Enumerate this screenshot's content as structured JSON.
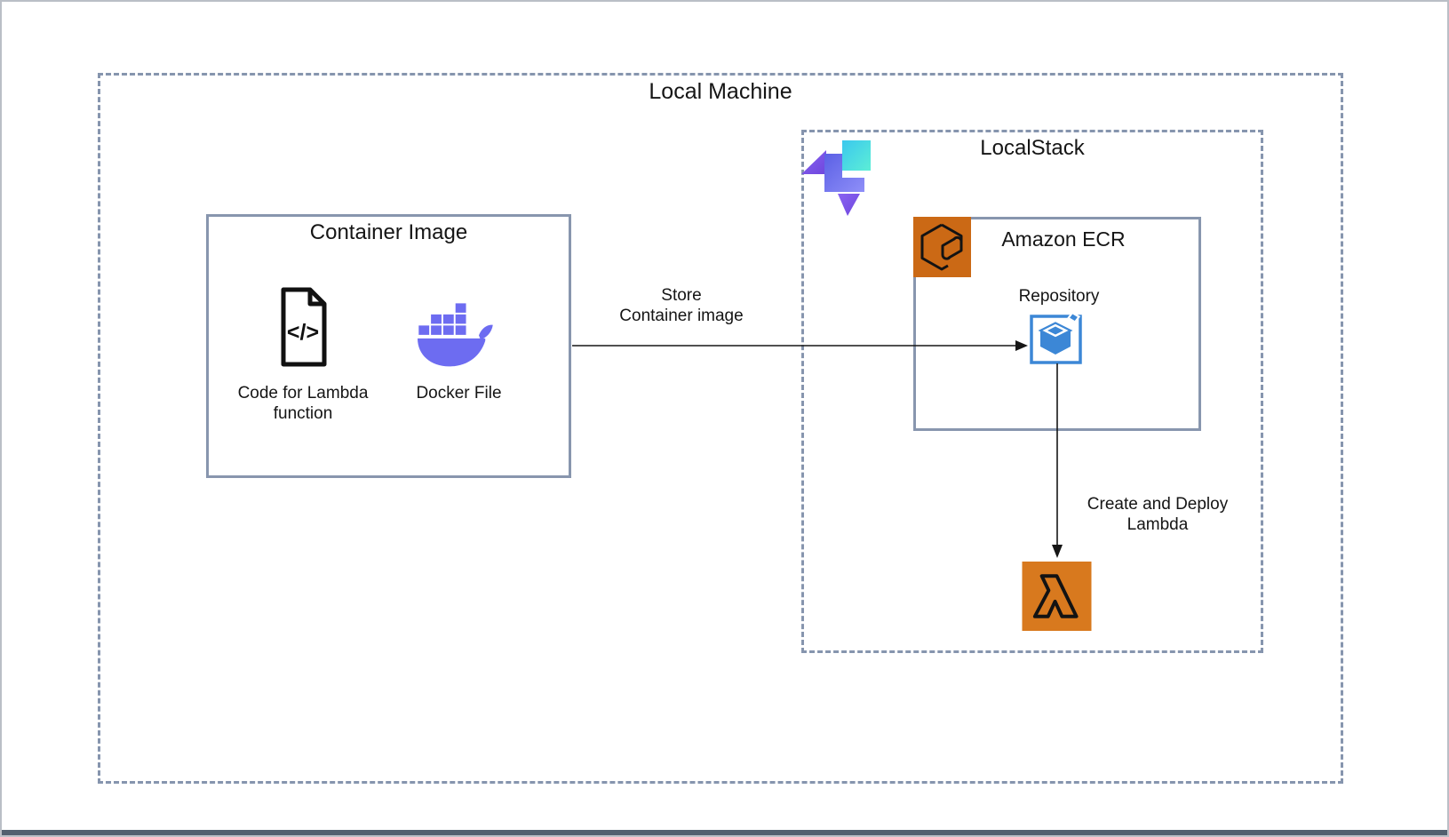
{
  "diagram": {
    "local_machine": {
      "label": "Local Machine"
    },
    "localstack": {
      "label": "LocalStack"
    },
    "container_image": {
      "title": "Container Image",
      "code_label_line1": "Code for Lambda",
      "code_label_line2": "function",
      "docker_label": "Docker File"
    },
    "amazon_ecr": {
      "title": "Amazon ECR",
      "repository_label": "Repository"
    },
    "arrows": {
      "store_line1": "Store",
      "store_line2": "Container image",
      "deploy_line1": "Create and Deploy",
      "deploy_line2": "Lambda"
    }
  },
  "icons": {
    "localstack_logo": "localstack-logo",
    "code_file": "code-file-icon",
    "docker_whale": "docker-whale-icon",
    "ecr_service": "ecr-service-icon",
    "ecr_repository": "ecr-repository-icon",
    "lambda": "lambda-icon",
    "store_arrow": "store-container-image-arrow",
    "deploy_arrow": "create-deploy-lambda-arrow"
  },
  "colors": {
    "c-dash": "#8695ae",
    "c-solid": "#8896ae",
    "c-text": "#151515",
    "c-arrow": "#161616",
    "c-ecr": "#cb6915",
    "c-lambda": "#d8791e",
    "c-docker": "#6d6cf1",
    "c-repo": "#3c87d6",
    "c-ls-purple": "#7d59e8",
    "c-ls-indigo": "#5b60e5",
    "c-ls-indigo2": "#8f8ff8",
    "c-ls-teal": "#3bc8ee",
    "c-ls-teal2": "#5ceed6",
    "c-bottombar": "#52606f"
  }
}
